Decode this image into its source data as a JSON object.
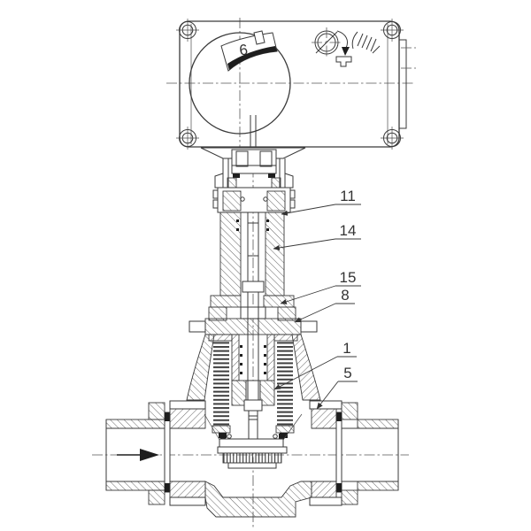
{
  "diagram": {
    "type": "technical-sectional-drawing",
    "subject": "Motorized two-way control valve with electric actuator, cross-section view",
    "background_color": "#ffffff",
    "line_color": "#3a3a3a",
    "actuator": {
      "dial_value": "6",
      "icons": [
        "position-indicator-dial",
        "manual-override-prohibited-icon",
        "rotate-arrow-icon",
        "tool-tag-icon",
        "hand-icon",
        "corner-screw-icon"
      ]
    },
    "flow_direction": "left-to-right",
    "part_labels": [
      {
        "text": "11"
      },
      {
        "text": "14"
      },
      {
        "text": "15"
      },
      {
        "text": "8"
      },
      {
        "text": "1"
      },
      {
        "text": "5"
      }
    ]
  }
}
